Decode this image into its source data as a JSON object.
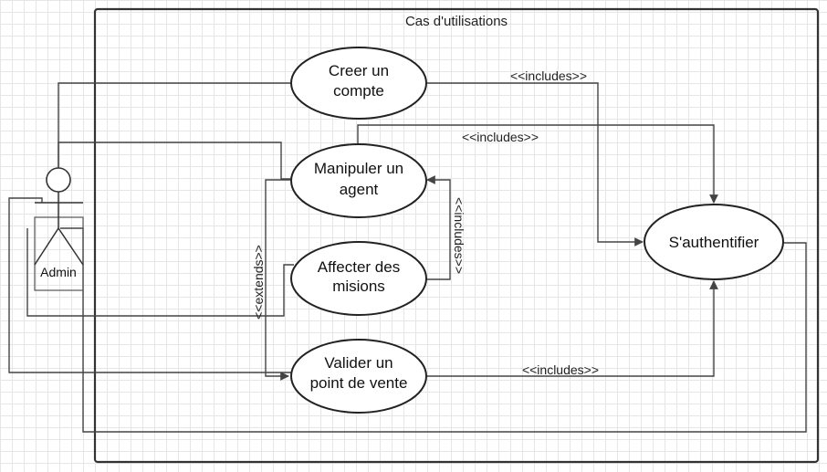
{
  "system": {
    "title": "Cas d'utilisations"
  },
  "actor": {
    "label": "Admin"
  },
  "use_cases": {
    "creer_compte": {
      "line1": "Creer un",
      "line2": "compte"
    },
    "manipuler_agent": {
      "line1": "Manipuler un",
      "line2": "agent"
    },
    "affecter_misions": {
      "line1": "Affecter des",
      "line2": "misions"
    },
    "valider_point": {
      "line1": "Valider un",
      "line2": "point de vente"
    },
    "authentifier": {
      "line1": "S'authentifier"
    }
  },
  "relations": {
    "includes_creer": "<<includes>>",
    "includes_manipuler": "<<includes>>",
    "includes_affecter": "<<includes>>",
    "includes_valider": "<<includes>>",
    "extends_valider": "<<extends>>"
  },
  "colors": {
    "stroke": "#222222",
    "grid": "#e6e6e6",
    "background": "#ffffff"
  }
}
